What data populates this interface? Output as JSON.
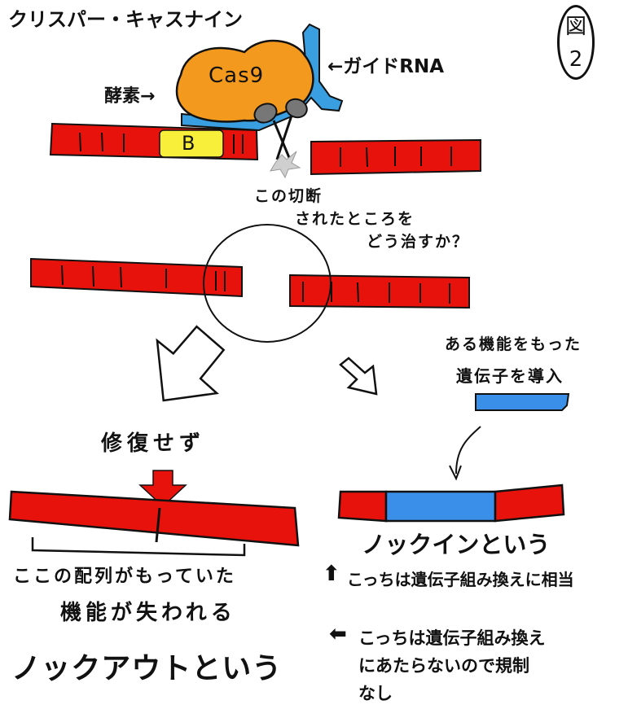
{
  "title": "クリスパー・キャスナイン",
  "figure_badge": {
    "top": "図",
    "bottom": "2"
  },
  "labels": {
    "enzyme": "酵素→",
    "cas9": "Cas9",
    "guide_rna": "←ガイドRNA",
    "b_segment": "B",
    "question_line1": "この切断",
    "question_line2": "されたところを",
    "question_line3": "どう治すか？",
    "gene_line1": "ある機能をもった",
    "gene_line2": "遺伝子を導入",
    "no_repair": "修復せず",
    "lost_line1": "ここの配列がもっていた",
    "lost_line2": "機能が失われる",
    "knockout": "ノックアウトという",
    "knockin": "ノックインという",
    "knockin_note": "こっちは遺伝子組み換えに相当",
    "knockout_note_line1": "こっちは遺伝子組み換え",
    "knockout_note_line2": "にあたらないので規制",
    "knockout_note_line3": "なし",
    "up_arrow": "⬆",
    "left_arrow": "⬅"
  },
  "colors": {
    "dna_red": "#e8120c",
    "cas9_orange": "#f39a1e",
    "guide_blue": "#3a9fe0",
    "b_yellow": "#f7ef3a",
    "insert_blue": "#3a8fe8",
    "scissors_gray": "#777777",
    "ink": "#111111"
  }
}
